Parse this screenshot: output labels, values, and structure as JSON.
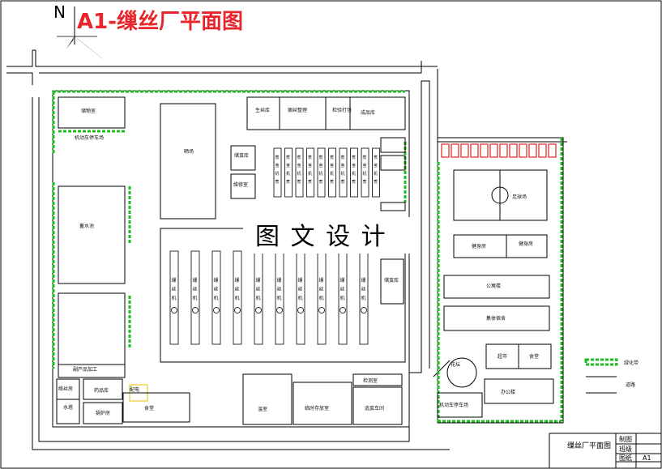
{
  "title": "A1-缫丝厂平面图",
  "north_label": "N",
  "watermark": "图 文 设 计",
  "labels": {
    "storage": "储物室",
    "motor_parking": "机动车停车场",
    "drying_yard": "晒场",
    "reservoir": "蓄水池",
    "byproduct": "副产品加工",
    "reel_room": "络丝房",
    "water_tower": "水塔",
    "chemical": "药品库",
    "boiler": "锅炉房",
    "electric": "配电",
    "canteen": "食堂",
    "raw_silk": "生丝库",
    "rereeling": "捆丝整理",
    "inspection_pack": "检验打包",
    "finished": "成品库",
    "cocoon_wh": "储茧库",
    "repair": "维修室",
    "cocoon_room": "储茧库",
    "greenhouse": "温室",
    "temp_store": "临时存放室",
    "select_workshop": "选茧车间",
    "inspect": "检测室",
    "football": "足球场",
    "gym": "健身房",
    "fitness": "健身房",
    "apartment": "公寓楼",
    "dorm": "集体宿舍",
    "market": "超市",
    "dining": "食堂",
    "flowers": "花坛",
    "office": "办公楼",
    "car_park": "机动车停车场",
    "reel_machine": "缫丝机",
    "cook_machine": "煮茧机"
  },
  "legend": {
    "green": "绿化带",
    "road": "道路"
  },
  "title_block": {
    "name": "缫丝厂平面图",
    "made": "制图",
    "class": "班级",
    "no_label": "图纸",
    "no": "A1"
  }
}
